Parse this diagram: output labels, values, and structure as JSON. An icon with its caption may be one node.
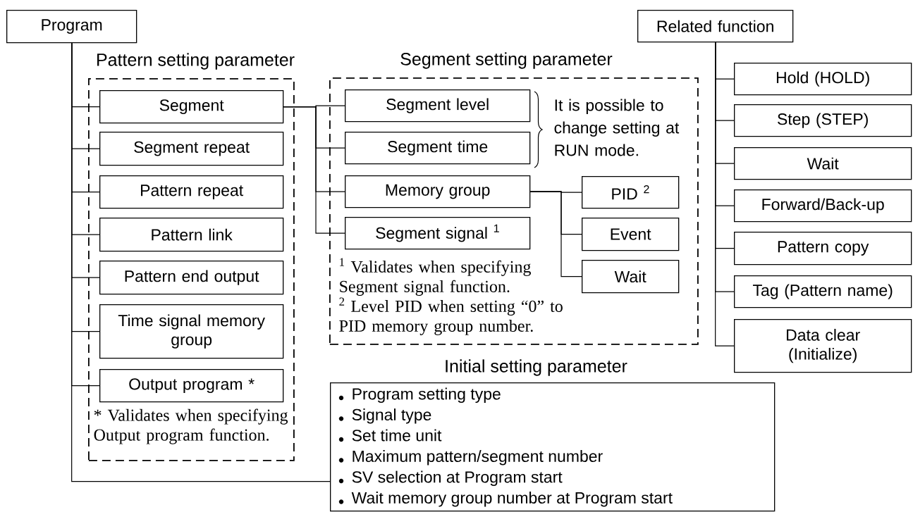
{
  "diagram": {
    "nodes": [
      {
        "text": [
          "Program"
        ]
      },
      {
        "text": [
          "Pattern setting parameter",
          "* Validates when specifying Output program function."
        ]
      },
      {
        "text": [
          "Segment"
        ],
        "in": 1
      },
      {
        "text": [
          "Segment repeat"
        ],
        "in": 1
      },
      {
        "text": [
          "Pattern repeat"
        ],
        "in": 1
      },
      {
        "text": [
          "Pattern link"
        ],
        "in": 1
      },
      {
        "text": [
          "Pattern end output"
        ],
        "in": 1
      },
      {
        "text": [
          "Time signal memory group"
        ],
        "in": 1
      },
      {
        "text": [
          "Output program *"
        ],
        "in": 1
      },
      {
        "text": [
          "Segment setting parameter",
          "$^{1}$ Validates when specifying Segment signal function.",
          "$^{2}$ Level PID when setting “0” to PID memory group number."
        ]
      },
      {
        "text": [
          "Segment level"
        ],
        "in": 9
      },
      {
        "text": [
          "Segment time"
        ],
        "in": 9
      },
      {
        "text": [
          "Memory group"
        ],
        "in": 9
      },
      {
        "text": [
          "Segment signal $^{1}$"
        ],
        "in": 9
      },
      {
        "text": [
          "PID $^{2}$"
        ],
        "in": 9
      },
      {
        "text": [
          "Event"
        ],
        "in": 9
      },
      {
        "text": [
          "Wait"
        ],
        "in": 9
      },
      {
        "text": [
          "Related function"
        ]
      },
      {
        "text": [
          "Hold (HOLD)"
        ]
      },
      {
        "text": [
          "Step (STEP)"
        ]
      },
      {
        "text": [
          "Wait"
        ]
      },
      {
        "text": [
          "Forward/Back-up"
        ]
      },
      {
        "text": [
          "Pattern copy"
        ]
      },
      {
        "text": [
          "Tag (Pattern name)"
        ]
      },
      {
        "text": [
          "Data clear (Initialize)"
        ]
      },
      {
        "text": [
          "Initial setting parameter",
          "Program setting type",
          "Signal type",
          "Set time unit",
          "Maximum pattern/segment number",
          "SV selection at Program start",
          "Wait memory group number at Program start"
        ]
      }
    ],
    "edges": [
      {
        "from": 0,
        "to": 2,
        "arrow": "none"
      },
      {
        "from": 0,
        "to": 3,
        "arrow": "none"
      },
      {
        "from": 0,
        "to": 4,
        "arrow": "none"
      },
      {
        "from": 0,
        "to": 5,
        "arrow": "none"
      },
      {
        "from": 0,
        "to": 6,
        "arrow": "none"
      },
      {
        "from": 0,
        "to": 7,
        "arrow": "none"
      },
      {
        "from": 0,
        "to": 8,
        "arrow": "none"
      },
      {
        "from": 0,
        "to": 25,
        "arrow": "none"
      },
      {
        "from": 2,
        "to": 10,
        "arrow": "none"
      },
      {
        "from": 2,
        "to": 11,
        "arrow": "none"
      },
      {
        "from": 2,
        "to": 12,
        "arrow": "none"
      },
      {
        "from": 2,
        "to": 13,
        "arrow": "none"
      },
      {
        "from": 12,
        "to": 14,
        "arrow": "none"
      },
      {
        "from": 12,
        "to": 15,
        "arrow": "none"
      },
      {
        "from": 12,
        "to": 16,
        "arrow": "none"
      },
      {
        "from": 17,
        "to": 18,
        "arrow": "none"
      },
      {
        "from": 17,
        "to": 19,
        "arrow": "none"
      },
      {
        "from": 17,
        "to": 20,
        "arrow": "none"
      },
      {
        "from": 17,
        "to": 21,
        "arrow": "none"
      },
      {
        "from": 17,
        "to": 22,
        "arrow": "none"
      },
      {
        "from": 17,
        "to": 23,
        "arrow": "none"
      },
      {
        "from": 17,
        "to": 24,
        "arrow": "none"
      }
    ],
    "labels": [
      "It is possible to change setting at RUN mode."
    ]
  }
}
